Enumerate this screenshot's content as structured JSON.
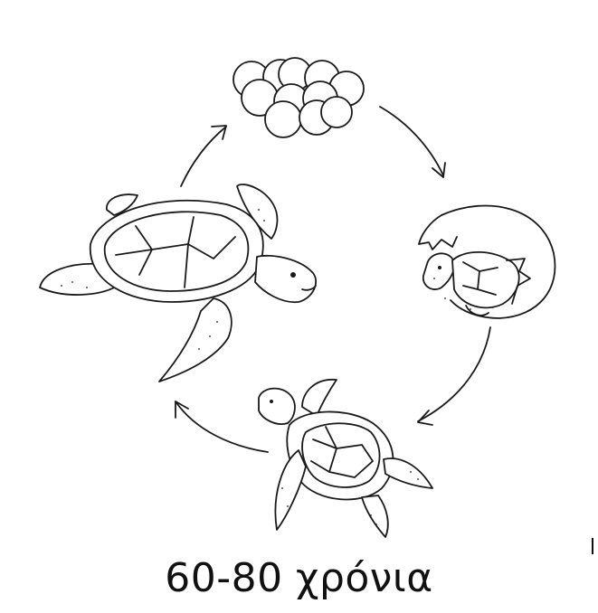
{
  "caption": "60-80 χρόνια",
  "stages": [
    "eggs-cluster",
    "hatchling-in-egg",
    "juvenile-turtle",
    "adult-turtle"
  ],
  "colors": {
    "ink": "#1a1a1a",
    "background": "#ffffff"
  }
}
